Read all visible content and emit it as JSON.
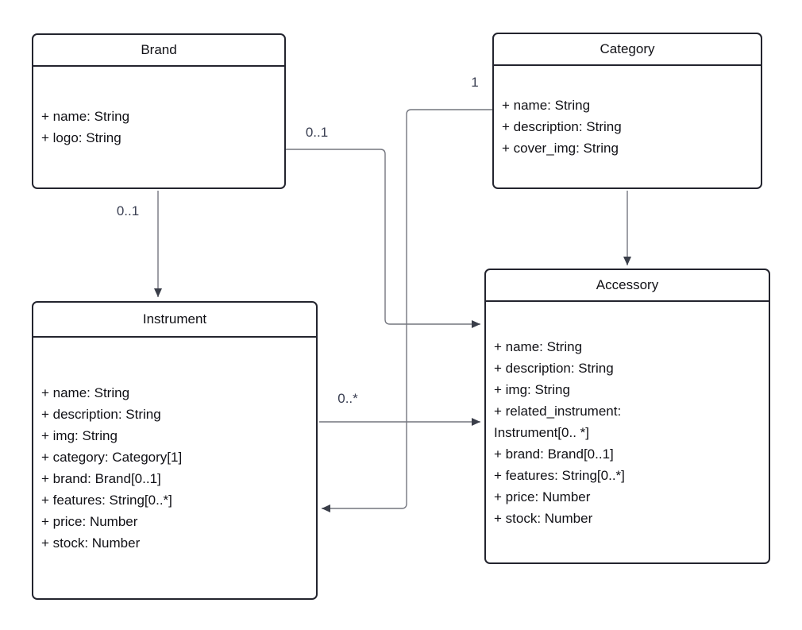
{
  "diagram": {
    "type": "uml-class-diagram",
    "background": "#ffffff",
    "colors": {
      "box_border": "#23242e",
      "box_fill": "#ffffff",
      "connector_stroke": "#74767f",
      "arrowhead_fill": "#3a3e49",
      "multiplicity_label": "#3a3f52",
      "text": "#111116"
    },
    "classes": [
      {
        "name": "Brand",
        "attributes": [
          "+ name: String",
          "+ logo: String"
        ]
      },
      {
        "name": "Category",
        "attributes": [
          "+ name: String",
          "+ description: String",
          "+ cover_img: String"
        ]
      },
      {
        "name": "Instrument",
        "attributes": [
          "+ name: String",
          "+ description: String",
          "+ img: String",
          "+ category: Category[1]",
          "+ brand: Brand[0..1]",
          "+ features: String[0..*]",
          "+ price: Number",
          "+ stock: Number"
        ]
      },
      {
        "name": "Accessory",
        "attributes": [
          "+ name: String",
          "+ description: String",
          "+ img: String",
          "+ related_instrument:\nInstrument[0.. *]",
          "+ brand: Brand[0..1]",
          "+ features: String[0..*]",
          "+ price: Number",
          "+ stock: Number"
        ]
      }
    ],
    "connectors": [
      {
        "from": "Brand",
        "to": "Instrument",
        "label": "0..1"
      },
      {
        "from": "Brand",
        "to": "Accessory",
        "label": "0..1"
      },
      {
        "from": "Category",
        "to": "Instrument",
        "label": "1"
      },
      {
        "from": "Category",
        "to": "Accessory",
        "label": ""
      },
      {
        "from": "Instrument",
        "to": "Accessory",
        "label": "0..*"
      }
    ]
  }
}
